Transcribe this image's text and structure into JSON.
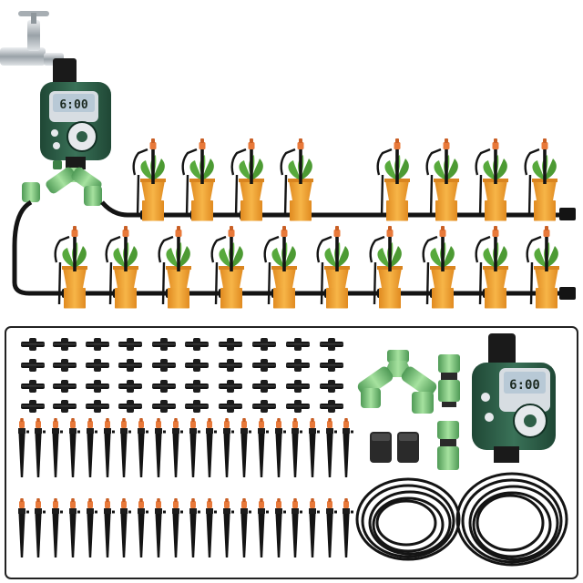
{
  "colors": {
    "timer_green": "#2e5e47",
    "timer_dark": "#1f4735",
    "connector_green": "#8fd28b",
    "connector_dark": "#4f9a56",
    "tube_black": "#141414",
    "dripper_orange": "#e8793a",
    "pot_orange": "#f3a338",
    "leaf_green": "#57a93c",
    "lcd_blue": "#b8c9d6",
    "frame_border": "#222222"
  },
  "timer_top": {
    "display": "6:00"
  },
  "timer_kit": {
    "display": "6:00"
  },
  "parts": {
    "barbed_connectors_count": 40,
    "stakes_count": 40,
    "tube_coils_count": 2,
    "end_plugs_count": 2
  }
}
